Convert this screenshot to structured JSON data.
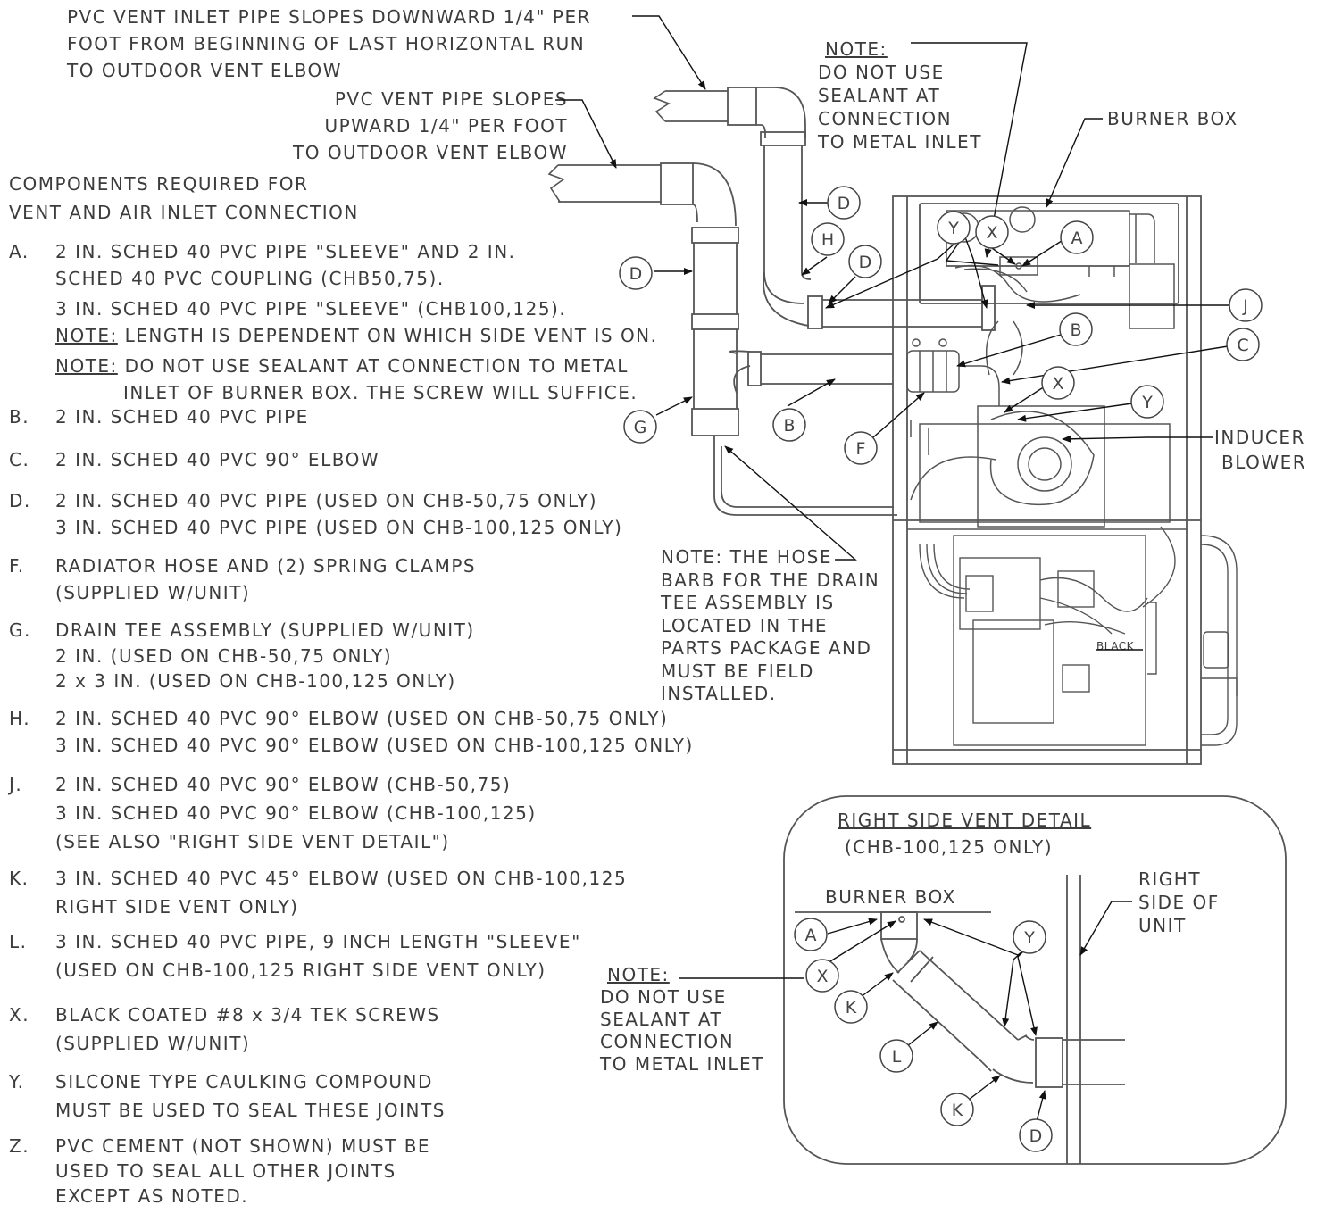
{
  "notes": {
    "inlet_slope": [
      "PVC VENT INLET PIPE SLOPES DOWNWARD 1/4\" PER",
      "FOOT FROM BEGINNING OF LAST HORIZONTAL RUN",
      "TO OUTDOOR VENT ELBOW"
    ],
    "vent_slope": [
      "PVC VENT PIPE SLOPES",
      "UPWARD 1/4\" PER FOOT",
      "TO OUTDOOR VENT ELBOW"
    ],
    "no_sealant_top_title": "NOTE:",
    "no_sealant_top": [
      "DO NOT USE",
      "SEALANT AT",
      "CONNECTION",
      "TO METAL INLET"
    ],
    "burner_box": "BURNER BOX",
    "inducer": [
      "INDUCER",
      "BLOWER"
    ],
    "hose_barb": [
      "NOTE: THE HOSE",
      "BARB FOR THE DRAIN",
      "TEE ASSEMBLY IS",
      "LOCATED IN THE",
      "PARTS PACKAGE AND",
      "MUST BE FIELD",
      "INSTALLED."
    ],
    "black": "BLACK"
  },
  "components": {
    "heading": [
      "COMPONENTS REQUIRED FOR",
      "VENT AND AIR INLET CONNECTION"
    ],
    "A": [
      "2 IN. SCHED 40 PVC PIPE \"SLEEVE\" AND 2 IN.",
      "SCHED 40 PVC COUPLING (CHB50,75).",
      "3 IN. SCHED 40 PVC PIPE \"SLEEVE\" (CHB100,125)."
    ],
    "A_note_label": "NOTE:",
    "A_note1": "LENGTH IS DEPENDENT ON WHICH SIDE VENT IS ON.",
    "A_note2": [
      "DO NOT USE SEALANT AT CONNECTION TO METAL",
      "INLET OF BURNER BOX. THE SCREW WILL SUFFICE."
    ],
    "B": [
      "2 IN. SCHED 40 PVC PIPE"
    ],
    "C": [
      "2 IN. SCHED 40 PVC 90° ELBOW"
    ],
    "D": [
      "2 IN. SCHED 40 PVC PIPE (USED ON CHB-50,75 ONLY)",
      "3 IN. SCHED 40 PVC PIPE (USED ON CHB-100,125 ONLY)"
    ],
    "F": [
      "RADIATOR HOSE AND (2) SPRING CLAMPS",
      "(SUPPLIED W/UNIT)"
    ],
    "G": [
      "DRAIN TEE ASSEMBLY (SUPPLIED W/UNIT)",
      "2 IN. (USED ON CHB-50,75 ONLY)",
      "2 x 3 IN. (USED ON CHB-100,125 ONLY)"
    ],
    "H": [
      "2 IN. SCHED 40 PVC 90° ELBOW (USED ON CHB-50,75 ONLY)",
      "3 IN. SCHED 40 PVC 90° ELBOW (USED ON CHB-100,125 ONLY)"
    ],
    "J": [
      "2 IN. SCHED 40 PVC 90° ELBOW (CHB-50,75)",
      "3 IN. SCHED 40 PVC 90° ELBOW (CHB-100,125)",
      "(SEE ALSO \"RIGHT SIDE VENT DETAIL\")"
    ],
    "K": [
      "3 IN. SCHED 40 PVC 45° ELBOW (USED ON CHB-100,125",
      "RIGHT SIDE VENT ONLY)"
    ],
    "L": [
      "3 IN. SCHED 40 PVC PIPE, 9 INCH LENGTH \"SLEEVE\"",
      "(USED ON CHB-100,125 RIGHT SIDE VENT ONLY)"
    ],
    "X": [
      "BLACK COATED #8 x 3/4 TEK SCREWS",
      "(SUPPLIED W/UNIT)"
    ],
    "Y": [
      "SILCONE TYPE CAULKING COMPOUND",
      "MUST BE USED TO SEAL THESE JOINTS"
    ],
    "Z": [
      "PVC CEMENT (NOT SHOWN) MUST BE",
      "USED TO SEAL ALL OTHER JOINTS",
      "EXCEPT AS NOTED."
    ]
  },
  "detail": {
    "title": "RIGHT SIDE VENT DETAIL",
    "subtitle": "(CHB-100,125 ONLY)",
    "burner_box": "BURNER BOX",
    "right_side": [
      "RIGHT",
      "SIDE OF",
      "UNIT"
    ],
    "note_title": "NOTE:",
    "note": [
      "DO NOT USE",
      "SEALANT AT",
      "CONNECTION",
      "TO METAL INLET"
    ]
  },
  "callouts": {
    "A": "A",
    "B": "B",
    "C": "C",
    "D": "D",
    "F": "F",
    "G": "G",
    "H": "H",
    "J": "J",
    "K": "K",
    "L": "L",
    "X": "X",
    "Y": "Y"
  }
}
